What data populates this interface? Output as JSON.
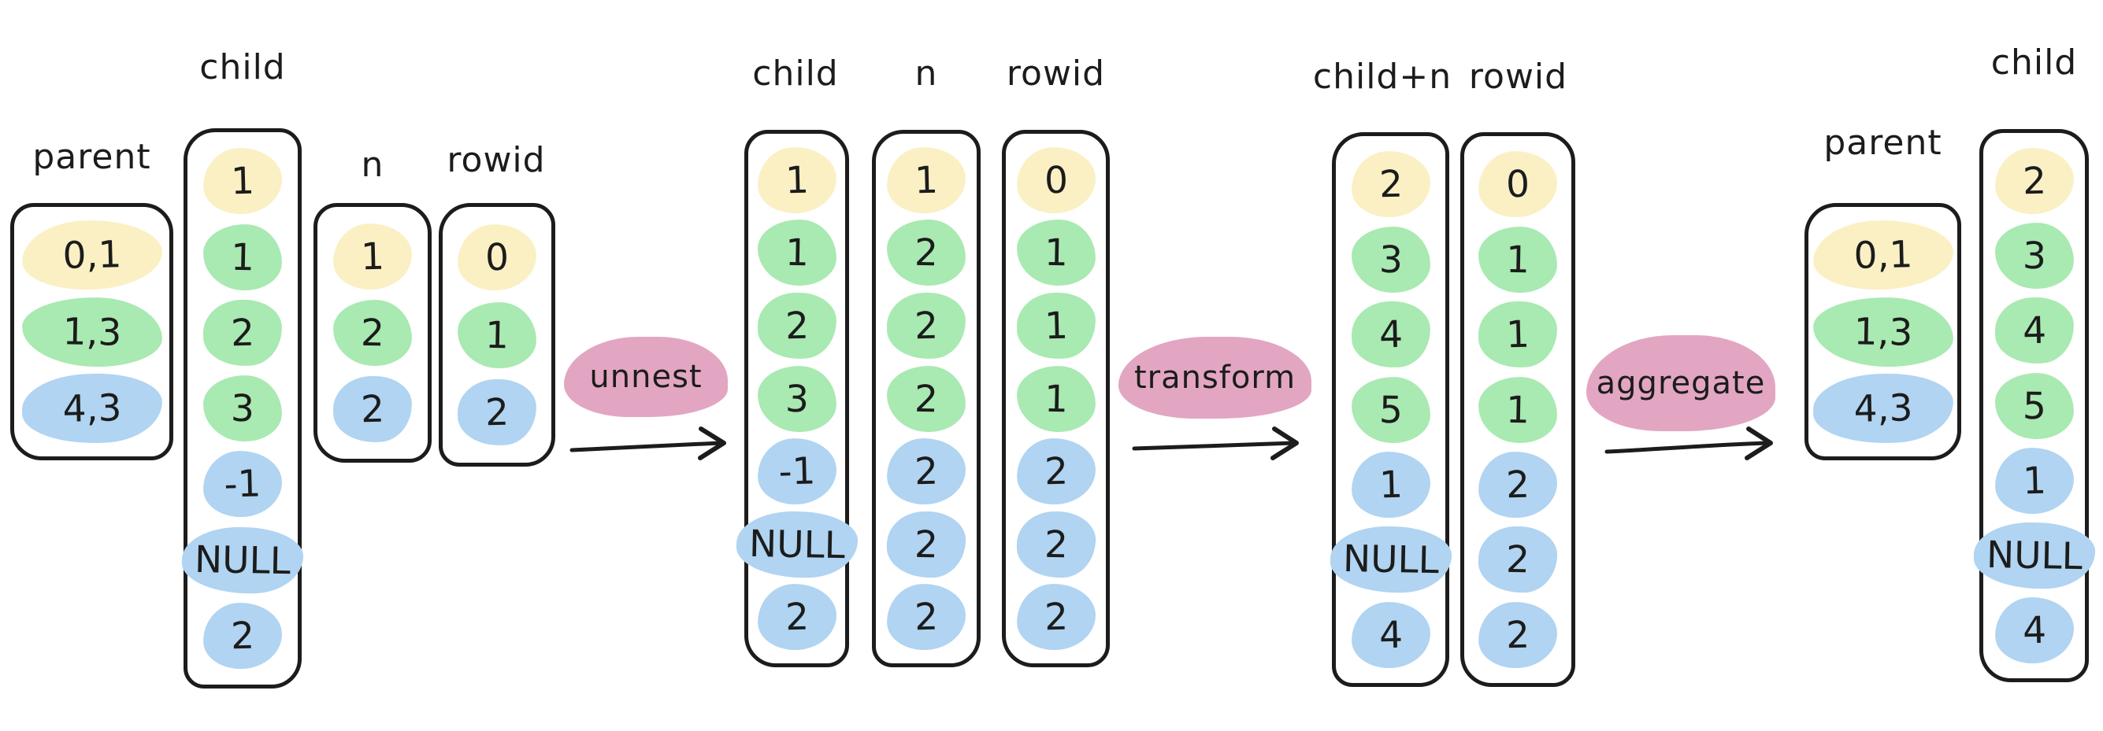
{
  "palette": {
    "yellow": "#faf0c4",
    "green": "#a9e9b2",
    "blue": "#b0d4f1",
    "pink": "#e2a6c2",
    "ink": "#1c1c1c"
  },
  "operations": [
    {
      "label": "unnest"
    },
    {
      "label": "transform"
    },
    {
      "label": "aggregate"
    }
  ],
  "groups": [
    {
      "name": "source",
      "columns": [
        {
          "label": "parent",
          "rows": [
            {
              "value": "0,1",
              "tone": "yellow"
            },
            {
              "value": "1,3",
              "tone": "green"
            },
            {
              "value": "4,3",
              "tone": "blue"
            }
          ]
        },
        {
          "label": "child",
          "rows": [
            {
              "value": "1",
              "tone": "yellow"
            },
            {
              "value": "1",
              "tone": "green"
            },
            {
              "value": "2",
              "tone": "green"
            },
            {
              "value": "3",
              "tone": "green"
            },
            {
              "value": "-1",
              "tone": "blue"
            },
            {
              "value": "NULL",
              "tone": "blue"
            },
            {
              "value": "2",
              "tone": "blue"
            }
          ]
        },
        {
          "label": "n",
          "rows": [
            {
              "value": "1",
              "tone": "yellow"
            },
            {
              "value": "2",
              "tone": "green"
            },
            {
              "value": "2",
              "tone": "blue"
            }
          ]
        },
        {
          "label": "rowid",
          "rows": [
            {
              "value": "0",
              "tone": "yellow"
            },
            {
              "value": "1",
              "tone": "green"
            },
            {
              "value": "2",
              "tone": "blue"
            }
          ]
        }
      ]
    },
    {
      "name": "unnested",
      "columns": [
        {
          "label": "child",
          "rows": [
            {
              "value": "1",
              "tone": "yellow"
            },
            {
              "value": "1",
              "tone": "green"
            },
            {
              "value": "2",
              "tone": "green"
            },
            {
              "value": "3",
              "tone": "green"
            },
            {
              "value": "-1",
              "tone": "blue"
            },
            {
              "value": "NULL",
              "tone": "blue"
            },
            {
              "value": "2",
              "tone": "blue"
            }
          ]
        },
        {
          "label": "n",
          "rows": [
            {
              "value": "1",
              "tone": "yellow"
            },
            {
              "value": "2",
              "tone": "green"
            },
            {
              "value": "2",
              "tone": "green"
            },
            {
              "value": "2",
              "tone": "green"
            },
            {
              "value": "2",
              "tone": "blue"
            },
            {
              "value": "2",
              "tone": "blue"
            },
            {
              "value": "2",
              "tone": "blue"
            }
          ]
        },
        {
          "label": "rowid",
          "rows": [
            {
              "value": "0",
              "tone": "yellow"
            },
            {
              "value": "1",
              "tone": "green"
            },
            {
              "value": "1",
              "tone": "green"
            },
            {
              "value": "1",
              "tone": "green"
            },
            {
              "value": "2",
              "tone": "blue"
            },
            {
              "value": "2",
              "tone": "blue"
            },
            {
              "value": "2",
              "tone": "blue"
            }
          ]
        }
      ]
    },
    {
      "name": "transformed",
      "columns": [
        {
          "label": "child+n",
          "rows": [
            {
              "value": "2",
              "tone": "yellow"
            },
            {
              "value": "3",
              "tone": "green"
            },
            {
              "value": "4",
              "tone": "green"
            },
            {
              "value": "5",
              "tone": "green"
            },
            {
              "value": "1",
              "tone": "blue"
            },
            {
              "value": "NULL",
              "tone": "blue"
            },
            {
              "value": "4",
              "tone": "blue"
            }
          ]
        },
        {
          "label": "rowid",
          "rows": [
            {
              "value": "0",
              "tone": "yellow"
            },
            {
              "value": "1",
              "tone": "green"
            },
            {
              "value": "1",
              "tone": "green"
            },
            {
              "value": "1",
              "tone": "green"
            },
            {
              "value": "2",
              "tone": "blue"
            },
            {
              "value": "2",
              "tone": "blue"
            },
            {
              "value": "2",
              "tone": "blue"
            }
          ]
        }
      ]
    },
    {
      "name": "result",
      "columns": [
        {
          "label": "parent",
          "rows": [
            {
              "value": "0,1",
              "tone": "yellow"
            },
            {
              "value": "1,3",
              "tone": "green"
            },
            {
              "value": "4,3",
              "tone": "blue"
            }
          ]
        },
        {
          "label": "child",
          "rows": [
            {
              "value": "2",
              "tone": "yellow"
            },
            {
              "value": "3",
              "tone": "green"
            },
            {
              "value": "4",
              "tone": "green"
            },
            {
              "value": "5",
              "tone": "green"
            },
            {
              "value": "1",
              "tone": "blue"
            },
            {
              "value": "NULL",
              "tone": "blue"
            },
            {
              "value": "4",
              "tone": "blue"
            }
          ]
        }
      ]
    }
  ]
}
